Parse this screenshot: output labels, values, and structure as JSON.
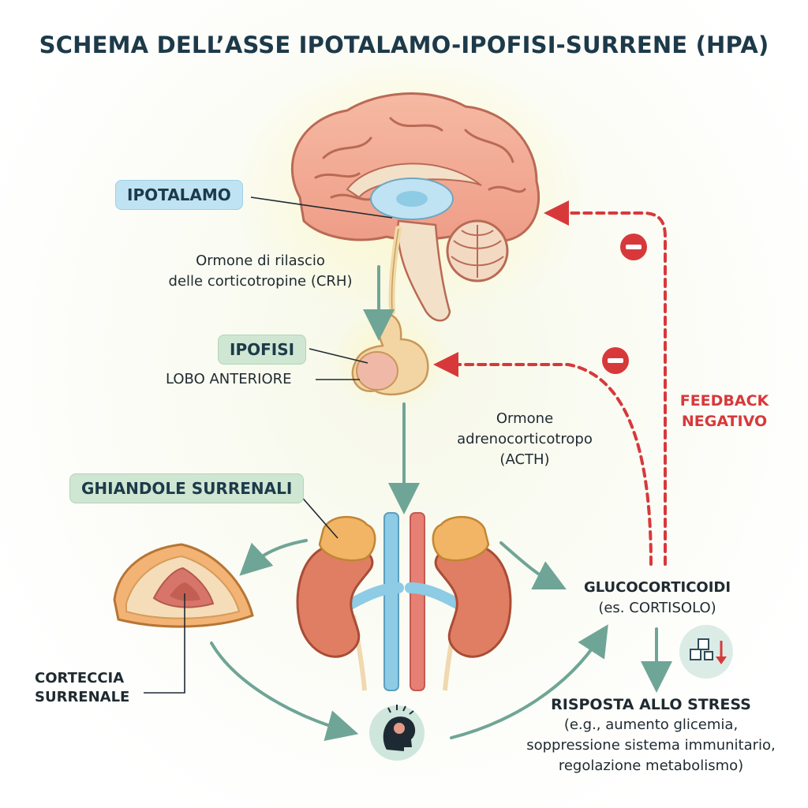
{
  "title": "SCHEMA DELL’ASSE IPOTALAMO-IPOFISI-SURRENE (HPA)",
  "labels": {
    "hypothalamus": "IPOTALAMO",
    "crh_line1": "Ormone di rilascio",
    "crh_line2": "delle corticotropine (CRH)",
    "pituitary": "IPOFISI",
    "anterior_lobe": "LOBO ANTERIORE",
    "acth_line1": "Ormone",
    "acth_line2": "adrenocorticotropo",
    "acth_line3": "(ACTH)",
    "adrenal_glands": "GHIANDOLE SURRENALI",
    "cortex_line1": "CORTECCIA",
    "cortex_line2": "SURRENALE",
    "gluco_line1": "GLUCOCORTICOIDI",
    "gluco_line2": "(es. CORTISOLO)",
    "feedback_line1": "FEEDBACK",
    "feedback_line2": "NEGATIVO",
    "stress_title": "RISPOSTA ALLO STRESS",
    "stress_line1": "(e.g., aumento glicemia,",
    "stress_line2": "soppressione sistema immunitario,",
    "stress_line3": "regolazione metabolismo)"
  },
  "icons": [
    "minus-circle-icon",
    "stress-head-icon",
    "glucose-down-icon"
  ],
  "colors": {
    "title": "#1d3a4a",
    "flow_arrow": "#6fa596",
    "feedback": "#d7393b",
    "pill_blue": "#bfe3f2",
    "pill_green": "#cfe6d2"
  }
}
